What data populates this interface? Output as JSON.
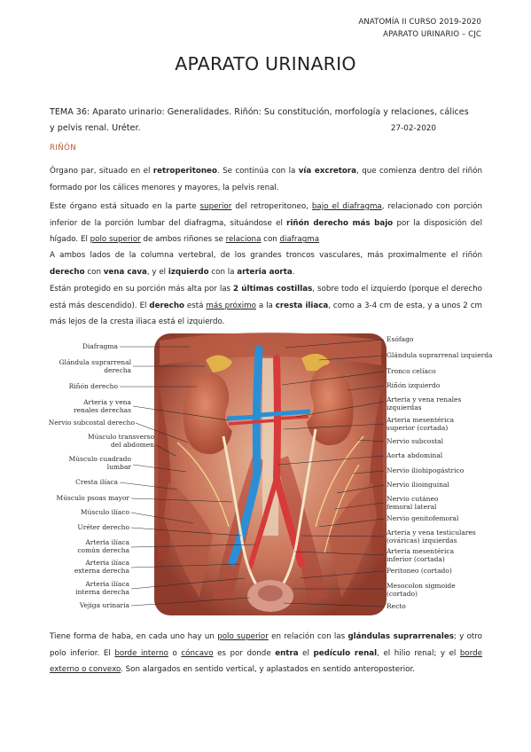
{
  "header": {
    "line1": "ANATOMÍA II CURSO 2019-2020",
    "line2": "APARATO URINARIO – CJC"
  },
  "title": "APARATO URINARIO",
  "tema": {
    "line1": "TEMA 36: Aparato urinario: Generalidades. Riñón: Su constitución, morfología y relaciones, cálices",
    "line2": "y pelvis renal. Uréter.",
    "date": "27-02-2020"
  },
  "section": "RIÑÓN",
  "p1": {
    "a": "Órgano par, situado en el ",
    "b": "retroperitoneo",
    "c": ". Se continúa con la ",
    "d": "vía excretora",
    "e": ", que comienza dentro del riñón formado por los cálices menores y mayores, la pelvis renal."
  },
  "p2": {
    "a": "Este órgano está situado en la parte ",
    "b": "superior",
    "c": " del retroperitoneo, ",
    "d": "bajo el diafragma",
    "e": ", relacionado con porción inferior de la porción lumbar del diafragma, situándose el ",
    "f": "riñón derecho más bajo",
    "g": " por la disposición del hígado. El ",
    "h": "polo superior",
    "i": " de ambos riñones se ",
    "j": "relaciona",
    "k": " con ",
    "l": "diafragma"
  },
  "p3": {
    "a": "A ambos lados de la columna vertebral, de los grandes troncos vasculares, más proximalmente el riñón ",
    "b": "derecho",
    "c": " con ",
    "d": "vena cava",
    "e": ", y el ",
    "f": "izquierdo",
    "g": " con la ",
    "h": "arteria aorta",
    "i": "."
  },
  "p4": {
    "a": "Están protegido en su porción más alta por las ",
    "b": "2 últimas costillas",
    "c": ", sobre todo el izquierdo (porque el derecho está más descendido). El ",
    "d": "derecho",
    "e": " está ",
    "f": "más próximo",
    "g": " a la ",
    "h": "cresta iliaca",
    "i": ", como a 3-4 cm de esta, y a unos 2 cm más lejos de la cresta iliaca está el izquierdo."
  },
  "p5": {
    "a": "Tiene forma de haba, en cada uno hay un ",
    "b": "polo superior",
    "c": " en relación con las ",
    "d": "glándulas suprarrenales",
    "e": "; y otro polo inferior. El ",
    "f": "borde interno",
    "g": " o ",
    "h": "cóncavo",
    "i": " es por donde ",
    "j": "entra",
    "k": " el ",
    "l": "pedículo renal",
    "m": ", el hilio renal; y el ",
    "n": "borde externo o convexo",
    "o": ". Son alargados en sentido vertical, y aplastados en sentido anteroposterior."
  },
  "figure": {
    "left_labels": [
      "Diafragma",
      "Glándula suprarrenal\nderecha",
      "Riñón derecho",
      "Arteria y vena\nrenales derechas",
      "Nervio subcostal derecho",
      "Músculo transverso\ndel abdomen",
      "Músculo cuadrado\nlumbar",
      "Cresta ilíaca",
      "Músculo psoas mayor",
      "Músculo ilíaco",
      "Uréter derecho",
      "Arteria ilíaca\ncomún derecha",
      "Arteria ilíaca\nexterna derecha",
      "Arteria ilíaca\ninterna derecha",
      "Vejiga urinaria"
    ],
    "right_labels": [
      "Esófago",
      "Glándula suprarrenal izquierda",
      "Tronco celíaco",
      "Riñón izquierdo",
      "Arteria y vena renales\nizquierdas",
      "Arteria mesentérica\nsuperior (cortada)",
      "Nervio subcostal",
      "Aorta abdominal",
      "Nervio iliohipogástrico",
      "Nervio ilioinguinal",
      "Nervio cutáneo\nfemoral lateral",
      "Nervio genitofemoral",
      "Arteria y vena testiculares\n(ováricas) izquierdas",
      "Arteria mesentérica\ninferior (cortada)",
      "Peritoneo (cortado)",
      "Mesocolon sigmoide\n(cortado)",
      "Recto"
    ]
  }
}
